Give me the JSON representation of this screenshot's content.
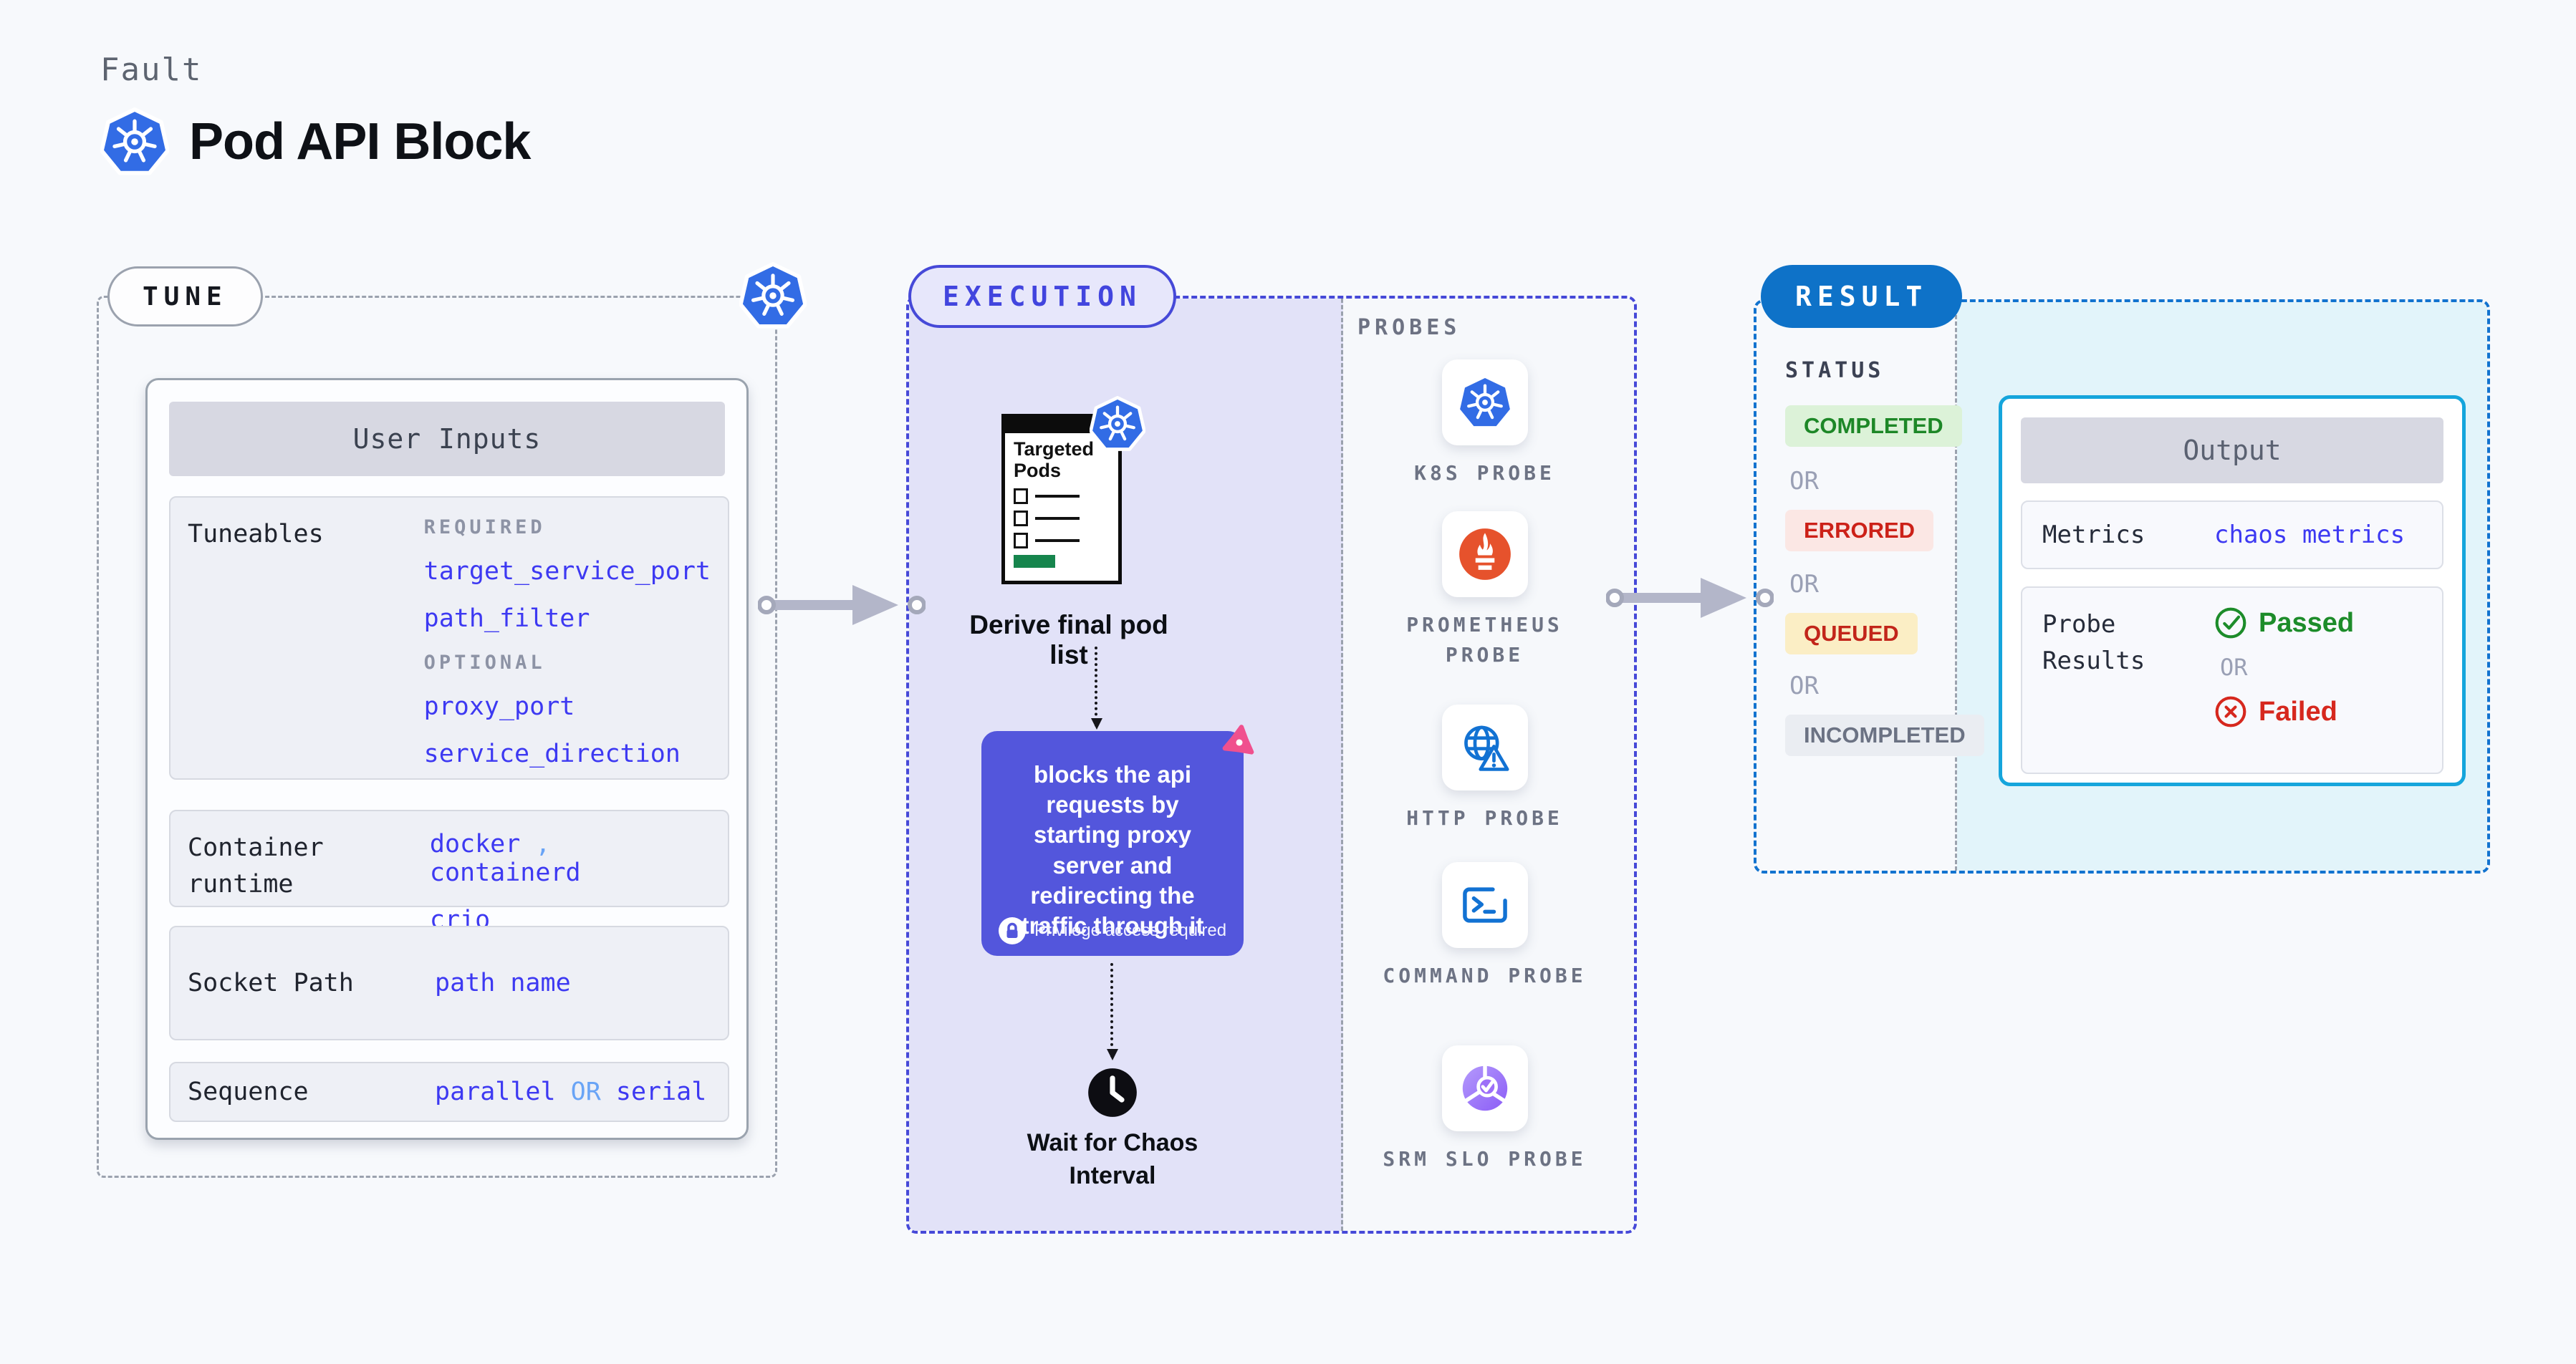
{
  "header": {
    "eyebrow": "Fault",
    "title": "Pod API Block"
  },
  "tune": {
    "badge": "TUNE",
    "card_header": "User Inputs",
    "tuneables": {
      "label": "Tuneables",
      "required_label": "REQUIRED",
      "required": [
        "target_service_port",
        "path_filter"
      ],
      "optional_label": "OPTIONAL",
      "optional": [
        "proxy_port",
        "service_direction"
      ]
    },
    "container_runtime": {
      "label": "Container runtime",
      "values": [
        "docker",
        "containerd",
        "crio"
      ],
      "separator": ","
    },
    "socket_path": {
      "label": "Socket Path",
      "value": "path name"
    },
    "sequence": {
      "label": "Sequence",
      "value_a": "parallel",
      "or": "OR",
      "value_b": "serial"
    }
  },
  "execution": {
    "badge": "EXECUTION",
    "targeted_pods_title": "Targeted Pods",
    "step1": "Derive final pod list",
    "step2": "blocks the api requests by starting proxy server and redirecting the traffic through it",
    "privilege_note": "Privilege access required",
    "step3": "Wait for Chaos Interval"
  },
  "probes": {
    "label": "PROBES",
    "items": [
      {
        "label": "K8S PROBE",
        "icon": "kubernetes-icon"
      },
      {
        "label": "PROMETHEUS PROBE",
        "icon": "prometheus-icon"
      },
      {
        "label": "HTTP PROBE",
        "icon": "http-globe-warning-icon"
      },
      {
        "label": "COMMAND PROBE",
        "icon": "terminal-icon"
      },
      {
        "label": "SRM SLO PROBE",
        "icon": "slo-check-icon"
      }
    ]
  },
  "result": {
    "badge": "RESULT",
    "status_label": "STATUS",
    "or": "OR",
    "statuses": [
      {
        "label": "COMPLETED",
        "bg": "#dcf2d8",
        "color": "#1d8727"
      },
      {
        "label": "ERRORED",
        "bg": "#fbe7e4",
        "color": "#cc2118"
      },
      {
        "label": "QUEUED",
        "bg": "#fbeec5",
        "color": "#c2251a"
      },
      {
        "label": "INCOMPLETED",
        "bg": "#eaedf2",
        "color": "#6b7283"
      }
    ],
    "output": {
      "header": "Output",
      "metrics_label": "Metrics",
      "metrics_value": "chaos metrics",
      "probe_results_label": "Probe Results",
      "passed": "Passed",
      "or": "OR",
      "failed": "Failed"
    }
  },
  "colors": {
    "page_bg": "#f7f9fc",
    "kubernetes_blue": "#326ce5",
    "execution_indigo": "#4649d8",
    "execution_fill": "#e2e2f8",
    "value_indigo": "#3d39f2",
    "result_blue": "#0e72c8",
    "output_cyan_border": "#15a5dc",
    "output_panel_fill": "#e2f4fa",
    "purple_step_fill": "#5356dc",
    "prometheus_orange": "#e6522c",
    "pink_accent": "#f0508e"
  }
}
